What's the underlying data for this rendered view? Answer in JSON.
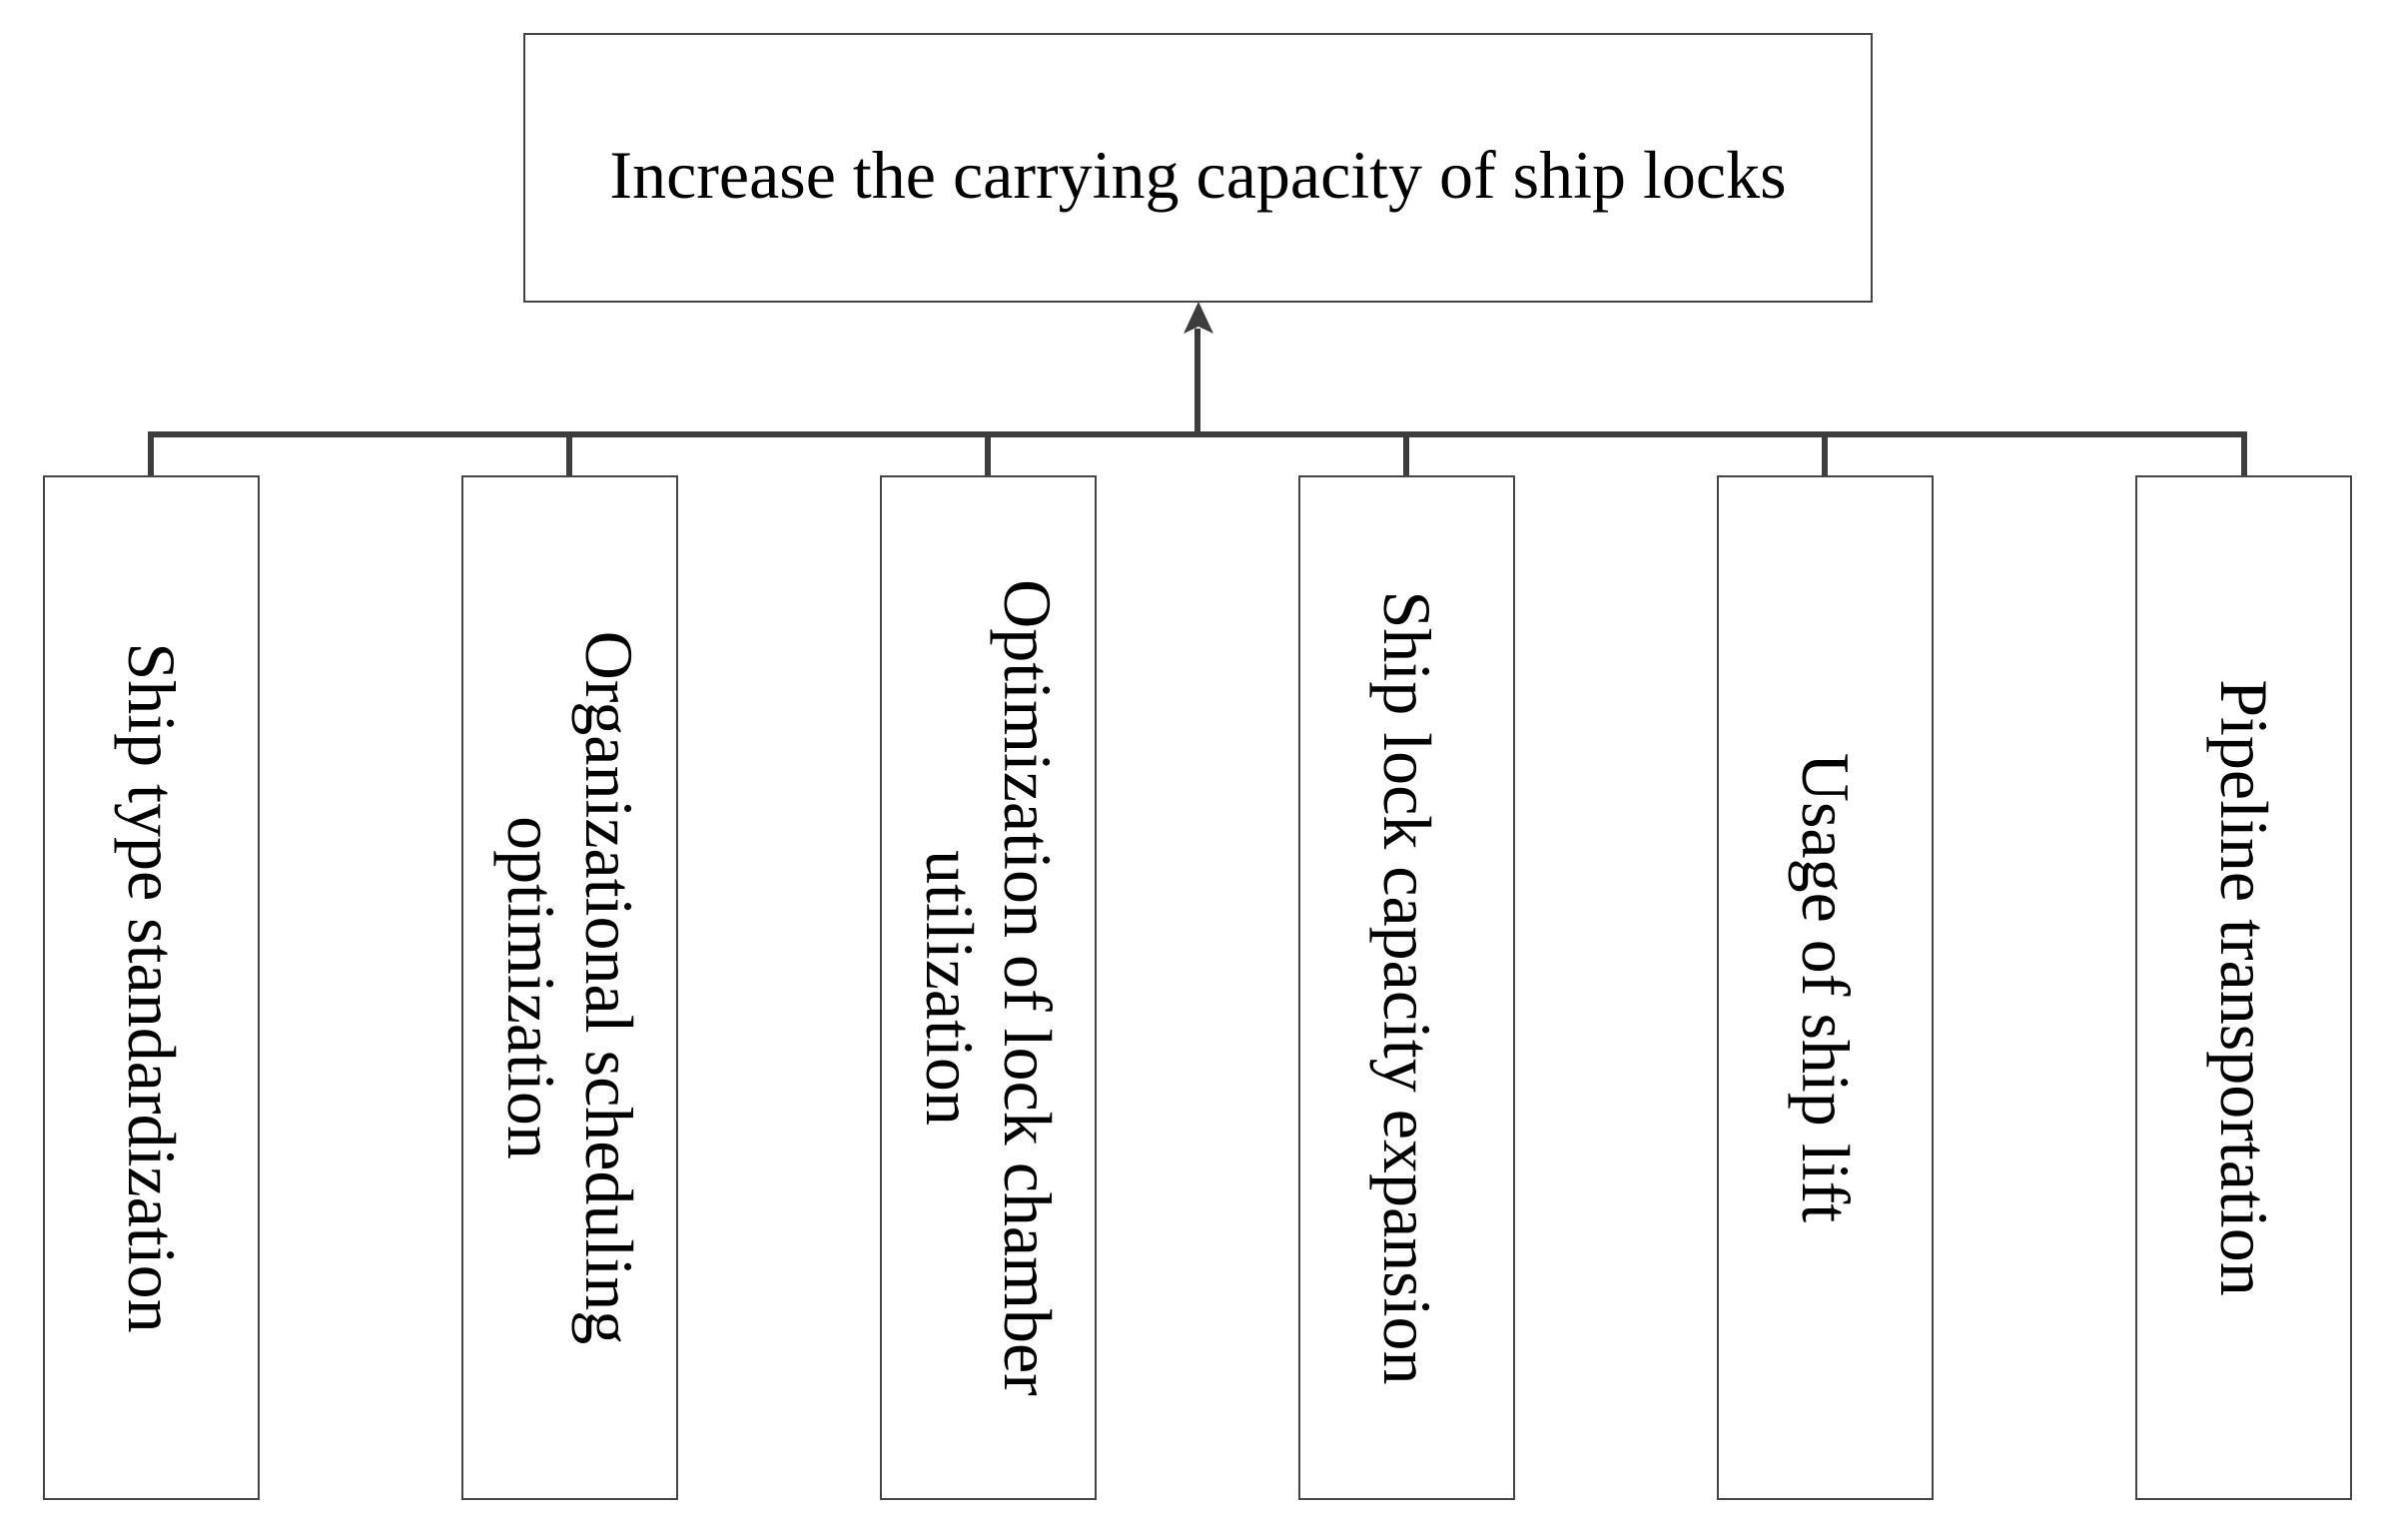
{
  "diagram": {
    "root": {
      "label": "Increase the carrying capacity of ship locks"
    },
    "children": [
      {
        "label": "Ship type standardization"
      },
      {
        "label": "Organizational scheduling optimization"
      },
      {
        "label": "Optimization of lock chamber utilization"
      },
      {
        "label": "Ship lock capacity expansion"
      },
      {
        "label": "Usage of ship lift"
      },
      {
        "label": "Pipeline transportation"
      }
    ],
    "colors": {
      "line": "#3d3d3d",
      "border": "#454545",
      "text": "#000000",
      "background": "#ffffff"
    }
  }
}
